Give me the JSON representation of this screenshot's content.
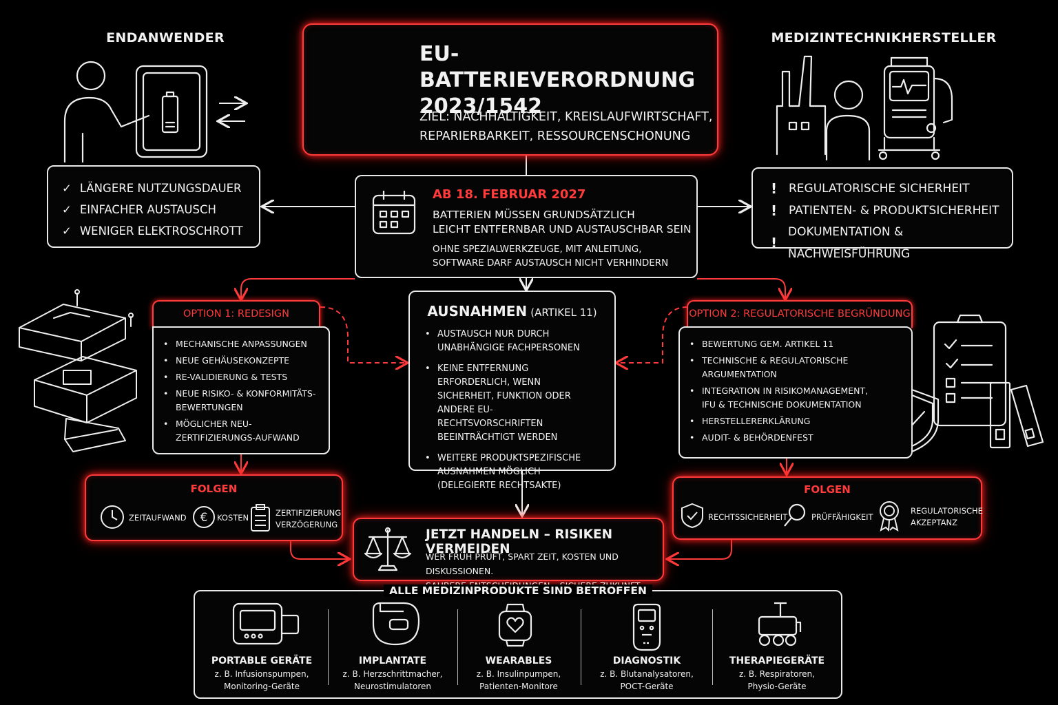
{
  "main": {
    "title_line1": "EU-BATTERIEVERORDNUNG",
    "title_line2": "2023/1542",
    "goal_line1": "ZIEL: NACHHALTIGKEIT, KREISLAUFWIRTSCHAFT,",
    "goal_line2": "REPARIERBARKEIT, RESSOURCENSCHONUNG"
  },
  "left": {
    "heading": "ENDANWENDER",
    "items": [
      "LÄNGERE NUTZUNGSDAUER",
      "EINFACHER AUSTAUSCH",
      "WENIGER ELEKTROSCHROTT"
    ]
  },
  "right": {
    "heading": "MEDIZINTECHNIKHERSTELLER",
    "items": [
      "REGULATORISCHE SICHERHEIT",
      "PATIENTEN- & PRODUKTSICHERHEIT",
      "DOKUMENTATION & NACHWEISFÜHRUNG"
    ]
  },
  "date_box": {
    "date": "AB 18. FEBRUAR 2027",
    "line1": "BATTERIEN MÜSSEN GRUNDSÄTZLICH",
    "line2": "LEICHT ENTFERNBAR UND AUSTAUSCHBAR SEIN",
    "line3": "OHNE SPEZIALWERKZEUGE, MIT ANLEITUNG,",
    "line4": "SOFTWARE DARF AUSTAUSCH NICHT VERHINDERN"
  },
  "exceptions": {
    "title": "AUSNAHMEN",
    "title_suffix": "(ARTIKEL 11)",
    "items": [
      "AUSTAUSCH NUR DURCH UNABHÄNGIGE FACHPERSONEN",
      "KEINE ENTFERNUNG ERFORDERLICH, WENN SICHERHEIT, FUNKTION ODER ANDERE EU-RECHTSVORSCHRIFTEN BEEINTRÄCHTIGT WERDEN",
      "WEITERE PRODUKTSPEZIFISCHE AUSNAHMEN MÖGLICH (DELEGIERTE RECHTSAKTE)"
    ]
  },
  "option1": {
    "title": "OPTION 1: REDESIGN",
    "items": [
      "MECHANISCHE ANPASSUNGEN",
      "NEUE GEHÄUSEKONZEPTE",
      "RE-VALIDIERUNG & TESTS",
      "NEUE RISIKO- & KONFORMITÄTS-BEWERTUNGEN",
      "MÖGLICHER NEU-ZERTIFIZIERUNGS-AUFWAND"
    ]
  },
  "option2": {
    "title": "OPTION 2: REGULATORISCHE BEGRÜNDUNG",
    "items": [
      "BEWERTUNG GEM. ARTIKEL 11",
      "TECHNISCHE & REGULATORISCHE ARGUMENTATION",
      "INTEGRATION IN RISIKOMANAGEMENT, IFU & TECHNISCHE DOKUMENTATION",
      "HERSTELLERERKLÄRUNG",
      "AUDIT- & BEHÖRDENFEST"
    ]
  },
  "consequences1": {
    "title": "FOLGEN",
    "items": [
      {
        "label": "ZEITAUFWAND",
        "icon": "clock-icon"
      },
      {
        "label": "KOSTEN",
        "icon": "euro-icon"
      },
      {
        "label": "ZERTIFIZIERUNG VERZÖGERUNG",
        "icon": "clipboard-icon"
      }
    ]
  },
  "consequences2": {
    "title": "FOLGEN",
    "items": [
      {
        "label": "RECHTSSICHERHEIT",
        "icon": "shield-check-icon"
      },
      {
        "label": "PRÜFFÄHIGKEIT",
        "icon": "magnifier-icon"
      },
      {
        "label": "REGULATORISCHE AKZEPTANZ",
        "icon": "award-icon"
      }
    ]
  },
  "action": {
    "title": "JETZT HANDELN – RISIKEN VERMEIDEN",
    "line1": "WER FRÜH PRÜFT, SPART ZEIT, KOSTEN UND DISKUSSIONEN.",
    "line2": "SAUBERE ENTSCHEIDUNGEN – SICHERE ZUKUNFT."
  },
  "products": {
    "heading": "ALLE MEDIZINPRODUKTE SIND BETROFFEN",
    "items": [
      {
        "name": "PORTABLE GERÄTE",
        "line1": "z. B. Infusionspumpen,",
        "line2": "Monitoring-Geräte"
      },
      {
        "name": "IMPLANTATE",
        "line1": "z. B. Herzschrittmacher,",
        "line2": "Neurostimulatoren"
      },
      {
        "name": "WEARABLES",
        "line1": "z. B. Insulinpumpen,",
        "line2": "Patienten-Monitore"
      },
      {
        "name": "DIAGNOSTIK",
        "line1": "z. B. Blutanalysatoren,",
        "line2": "POCT-Geräte"
      },
      {
        "name": "THERAPIEGERÄTE",
        "line1": "z. B. Respiratoren,",
        "line2": "Physio-Geräte"
      }
    ]
  },
  "colors": {
    "accent": "#ff3b3b",
    "line": "#e9e9e9",
    "background": "#000000"
  }
}
